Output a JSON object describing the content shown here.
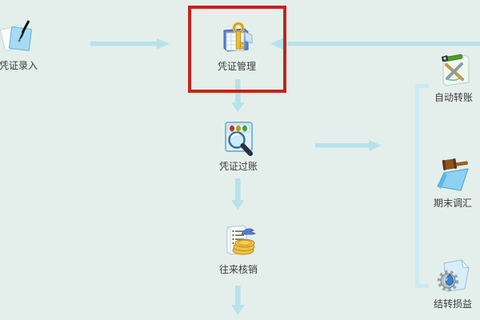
{
  "diagram": {
    "background_color": "#e4efec",
    "arrow_color": "#b7e2ea",
    "bracket_color": "#cdeaf1",
    "highlight_box_color": "#c5231d",
    "label_color": "#3c3c3c",
    "nodes": {
      "voucher_entry": {
        "label": "凭证录入",
        "icon": "documents-pen-icon",
        "highlighted": false
      },
      "voucher_management": {
        "label": "凭证管理",
        "icon": "ledger-key-icon",
        "highlighted": true
      },
      "voucher_posting": {
        "label": "凭证过账",
        "icon": "window-magnifier-icon",
        "highlighted": false
      },
      "transaction_writeoff": {
        "label": "往来核销",
        "icon": "document-coins-icon",
        "highlighted": false
      },
      "auto_transfer": {
        "label": "自动转账",
        "icon": "document-tools-icon",
        "highlighted": false
      },
      "period_end_exchange": {
        "label": "期末调汇",
        "icon": "gavel-icon",
        "highlighted": false
      },
      "profit_loss_carryforward": {
        "label": "结转损益",
        "icon": "document-gear-icon",
        "highlighted": false
      }
    },
    "connections": [
      {
        "from": "voucher_entry",
        "to": "voucher_management",
        "direction": "right"
      },
      {
        "from": "screen_right_edge",
        "to": "voucher_management",
        "direction": "left"
      },
      {
        "from": "voucher_management",
        "to": "voucher_posting",
        "direction": "down"
      },
      {
        "from": "voucher_posting",
        "to": "right_branch",
        "direction": "right"
      },
      {
        "from": "voucher_posting",
        "to": "transaction_writeoff",
        "direction": "down"
      },
      {
        "from": "transaction_writeoff",
        "to": "screen_bottom_edge",
        "direction": "down"
      },
      {
        "from": "right_bracket",
        "to": "auto_transfer, period_end_exchange, profit_loss_carryforward",
        "direction": "group"
      }
    ]
  }
}
